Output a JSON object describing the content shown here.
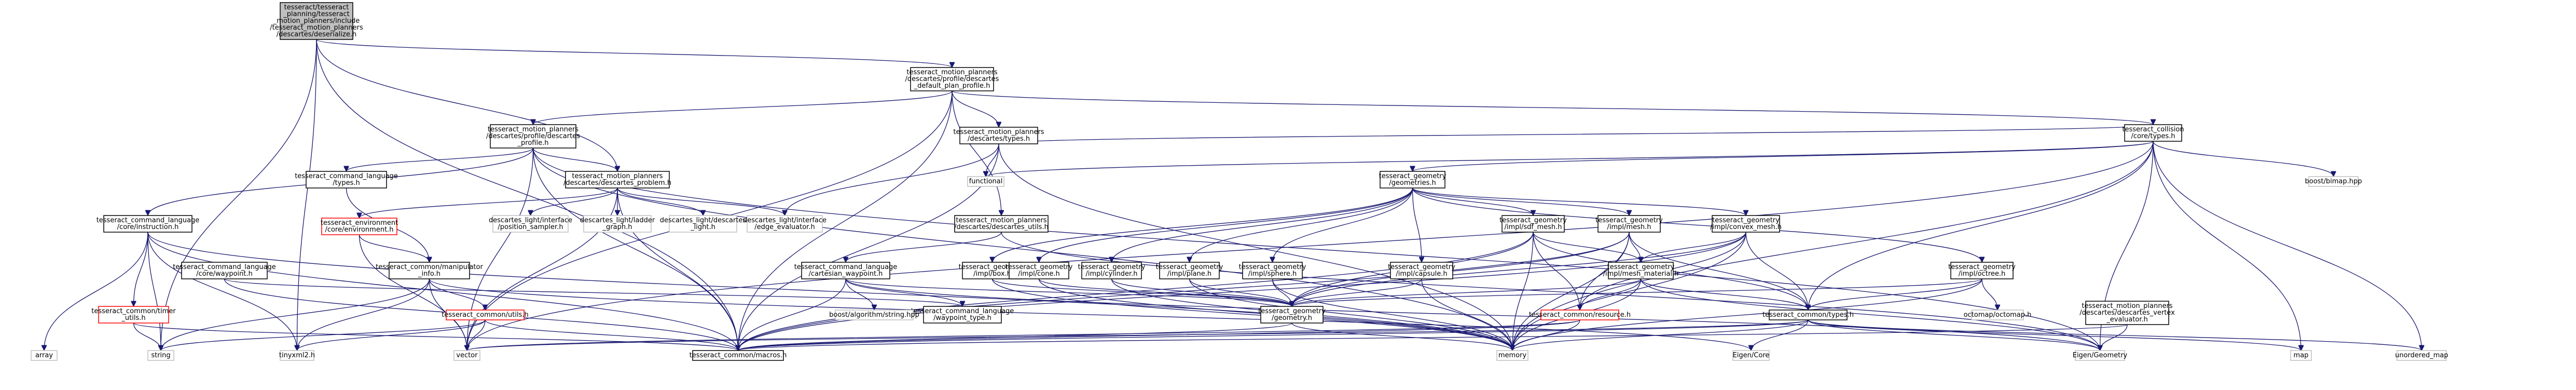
{
  "graph": {
    "title": "",
    "nodes": [
      {
        "id": "root",
        "lines": [
          "tesseract/tesseract",
          "_planning/tesseract",
          "_motion_planners/include",
          "/tesseract_motion_planners",
          "/descartes/deserialize.h"
        ],
        "kind": "root"
      },
      {
        "id": "default_plan_profile",
        "lines": [
          "tesseract_motion_planners",
          "/descartes/profile/descartes",
          "_default_plan_profile.h"
        ],
        "kind": "normal"
      },
      {
        "id": "descartes_profile",
        "lines": [
          "tesseract_motion_planners",
          "/descartes/profile/descartes",
          "_profile.h"
        ],
        "kind": "normal"
      },
      {
        "id": "descartes_types",
        "lines": [
          "tesseract_motion_planners",
          "/descartes/types.h"
        ],
        "kind": "normal"
      },
      {
        "id": "collision_types",
        "lines": [
          "tesseract_collision",
          "/core/types.h"
        ],
        "kind": "normal"
      },
      {
        "id": "command_language_types",
        "lines": [
          "tesseract_command_language",
          "/types.h"
        ],
        "kind": "normal"
      },
      {
        "id": "descartes_problem",
        "lines": [
          "tesseract_motion_planners",
          "/descartes/descartes_problem.h"
        ],
        "kind": "normal"
      },
      {
        "id": "functional",
        "lines": [
          "functional"
        ],
        "kind": "plain"
      },
      {
        "id": "boost_bimap",
        "lines": [
          "boost/bimap.hpp"
        ],
        "kind": "plain"
      },
      {
        "id": "geometries",
        "lines": [
          "tesseract_geometry",
          "/geometries.h"
        ],
        "kind": "normal"
      },
      {
        "id": "instruction",
        "lines": [
          "tesseract_command_language",
          "/core/instruction.h"
        ],
        "kind": "normal"
      },
      {
        "id": "environment",
        "lines": [
          "tesseract_environment",
          "/core/environment.h"
        ],
        "kind": "red"
      },
      {
        "id": "pose_sampler",
        "lines": [
          "descartes_light/interface",
          "/position_sampler.h"
        ],
        "kind": "plain"
      },
      {
        "id": "ladder_graph",
        "lines": [
          "descartes_light/ladder",
          "_graph.h"
        ],
        "kind": "plain"
      },
      {
        "id": "descartes_light",
        "lines": [
          "descartes_light/descartes",
          "_light.h"
        ],
        "kind": "plain"
      },
      {
        "id": "edge_evaluator",
        "lines": [
          "descartes_light/interface",
          "/edge_evaluator.h"
        ],
        "kind": "plain"
      },
      {
        "id": "descartes_utils",
        "lines": [
          "tesseract_motion_planners",
          "/descartes/descartes_utils.h"
        ],
        "kind": "normal"
      },
      {
        "id": "sdf_mesh",
        "lines": [
          "tesseract_geometry",
          "/impl/sdf_mesh.h"
        ],
        "kind": "normal"
      },
      {
        "id": "mesh",
        "lines": [
          "tesseract_geometry",
          "/impl/mesh.h"
        ],
        "kind": "normal"
      },
      {
        "id": "convex_mesh",
        "lines": [
          "tesseract_geometry",
          "/impl/convex_mesh.h"
        ],
        "kind": "normal"
      },
      {
        "id": "command_language_waypoint",
        "lines": [
          "tesseract_command_language",
          "/core/waypoint.h"
        ],
        "kind": "normal"
      },
      {
        "id": "manipulator_info",
        "lines": [
          "tesseract_common/manipulator",
          "_info.h"
        ],
        "kind": "normal"
      },
      {
        "id": "box",
        "lines": [
          "tesseract_geometry",
          "/impl/box.h"
        ],
        "kind": "normal"
      },
      {
        "id": "cone",
        "lines": [
          "tesseract_geometry",
          "/impl/cone.h"
        ],
        "kind": "normal"
      },
      {
        "id": "cylinder",
        "lines": [
          "tesseract_geometry",
          "/impl/cylinder.h"
        ],
        "kind": "normal"
      },
      {
        "id": "plane",
        "lines": [
          "tesseract_geometry",
          "/impl/plane.h"
        ],
        "kind": "normal"
      },
      {
        "id": "sphere",
        "lines": [
          "tesseract_geometry",
          "/impl/sphere.h"
        ],
        "kind": "normal"
      },
      {
        "id": "capsule",
        "lines": [
          "tesseract_geometry",
          "/impl/capsule.h"
        ],
        "kind": "normal"
      },
      {
        "id": "mesh_material",
        "lines": [
          "tesseract_geometry",
          "/impl/mesh_material.h"
        ],
        "kind": "normal"
      },
      {
        "id": "octree",
        "lines": [
          "tesseract_geometry",
          "/impl/octree.h"
        ],
        "kind": "normal"
      },
      {
        "id": "descartes_vertex_evaluator",
        "lines": [
          "tesseract_motion_planners",
          "/descartes/descartes_vertex",
          "_evaluator.h"
        ],
        "kind": "normal"
      },
      {
        "id": "timer_utils",
        "lines": [
          "tesseract_common/timer",
          "_utils.h"
        ],
        "kind": "red"
      },
      {
        "id": "waypoint_type",
        "lines": [
          "tesseract_command_language",
          "/waypoint_type.h"
        ],
        "kind": "normal"
      },
      {
        "id": "cartesian_waypoint",
        "lines": [
          "tesseract_command_language",
          "/cartesian_waypoint.h"
        ],
        "kind": "normal"
      },
      {
        "id": "boost_string",
        "lines": [
          "boost/algorithm/string.hpp"
        ],
        "kind": "plain"
      },
      {
        "id": "common_utils",
        "lines": [
          "tesseract_common/utils.h"
        ],
        "kind": "red"
      },
      {
        "id": "geometry_h",
        "lines": [
          "tesseract_geometry",
          "/geometry.h"
        ],
        "kind": "normal"
      },
      {
        "id": "resource",
        "lines": [
          "tesseract_common/resource.h"
        ],
        "kind": "red"
      },
      {
        "id": "common_types",
        "lines": [
          "tesseract_common/types.h"
        ],
        "kind": "normal"
      },
      {
        "id": "octomap",
        "lines": [
          "octomap/octomap.h"
        ],
        "kind": "plain"
      },
      {
        "id": "array",
        "lines": [
          "array"
        ],
        "kind": "plain"
      },
      {
        "id": "string",
        "lines": [
          "string"
        ],
        "kind": "plain"
      },
      {
        "id": "tinyxml2",
        "lines": [
          "tinyxml2.h"
        ],
        "kind": "plain"
      },
      {
        "id": "vector",
        "lines": [
          "vector"
        ],
        "kind": "plain"
      },
      {
        "id": "macros",
        "lines": [
          "tesseract_common/macros.h"
        ],
        "kind": "normal"
      },
      {
        "id": "memory",
        "lines": [
          "memory"
        ],
        "kind": "plain"
      },
      {
        "id": "eigen_core",
        "lines": [
          "Eigen/Core"
        ],
        "kind": "plain"
      },
      {
        "id": "eigen_geometry",
        "lines": [
          "Eigen/Geometry"
        ],
        "kind": "plain"
      },
      {
        "id": "map",
        "lines": [
          "map"
        ],
        "kind": "plain"
      },
      {
        "id": "unordered_map",
        "lines": [
          "unordered_map"
        ],
        "kind": "plain"
      }
    ],
    "edges": [
      [
        "root",
        "default_plan_profile"
      ],
      [
        "root",
        "descartes_problem"
      ],
      [
        "root",
        "tinyxml2"
      ],
      [
        "root",
        "string"
      ],
      [
        "root",
        "macros"
      ],
      [
        "default_plan_profile",
        "descartes_profile"
      ],
      [
        "default_plan_profile",
        "descartes_types"
      ],
      [
        "default_plan_profile",
        "collision_types"
      ],
      [
        "default_plan_profile",
        "descartes_utils"
      ],
      [
        "default_plan_profile",
        "macros"
      ],
      [
        "default_plan_profile",
        "vector"
      ],
      [
        "descartes_profile",
        "command_language_types"
      ],
      [
        "descartes_profile",
        "instruction"
      ],
      [
        "descartes_profile",
        "descartes_problem"
      ],
      [
        "descartes_profile",
        "macros"
      ],
      [
        "descartes_profile",
        "vector"
      ],
      [
        "descartes_profile",
        "memory"
      ],
      [
        "descartes_profile",
        "eigen_geometry"
      ],
      [
        "descartes_types",
        "functional"
      ],
      [
        "descartes_types",
        "collision_types"
      ],
      [
        "descartes_types",
        "edge_evaluator"
      ],
      [
        "descartes_types",
        "macros"
      ],
      [
        "descartes_types",
        "memory"
      ],
      [
        "collision_types",
        "geometries"
      ],
      [
        "collision_types",
        "common_types"
      ],
      [
        "collision_types",
        "boost_bimap"
      ],
      [
        "collision_types",
        "functional"
      ],
      [
        "collision_types",
        "memory"
      ],
      [
        "collision_types",
        "eigen_geometry"
      ],
      [
        "collision_types",
        "map"
      ],
      [
        "collision_types",
        "unordered_map"
      ],
      [
        "collision_types",
        "vector"
      ],
      [
        "command_language_types",
        "manipulator_info"
      ],
      [
        "descartes_problem",
        "environment"
      ],
      [
        "descartes_problem",
        "pose_sampler"
      ],
      [
        "descartes_problem",
        "ladder_graph"
      ],
      [
        "descartes_problem",
        "descartes_light"
      ],
      [
        "descartes_problem",
        "edge_evaluator"
      ],
      [
        "descartes_problem",
        "macros"
      ],
      [
        "descartes_problem",
        "vector"
      ],
      [
        "geometries",
        "box"
      ],
      [
        "geometries",
        "cone"
      ],
      [
        "geometries",
        "cylinder"
      ],
      [
        "geometries",
        "plane"
      ],
      [
        "geometries",
        "sphere"
      ],
      [
        "geometries",
        "capsule"
      ],
      [
        "geometries",
        "sdf_mesh"
      ],
      [
        "geometries",
        "mesh"
      ],
      [
        "geometries",
        "convex_mesh"
      ],
      [
        "geometries",
        "octree"
      ],
      [
        "instruction",
        "timer_utils"
      ],
      [
        "instruction",
        "string"
      ],
      [
        "instruction",
        "tinyxml2"
      ],
      [
        "instruction",
        "array"
      ],
      [
        "instruction",
        "macros"
      ],
      [
        "instruction",
        "memory"
      ],
      [
        "environment",
        "manipulator_info"
      ],
      [
        "environment",
        "vector"
      ],
      [
        "descartes_utils",
        "cartesian_waypoint"
      ],
      [
        "descartes_utils",
        "eigen_geometry"
      ],
      [
        "sdf_mesh",
        "geometry_h"
      ],
      [
        "sdf_mesh",
        "mesh_material"
      ],
      [
        "sdf_mesh",
        "resource"
      ],
      [
        "sdf_mesh",
        "common_types"
      ],
      [
        "sdf_mesh",
        "memory"
      ],
      [
        "sdf_mesh",
        "macros"
      ],
      [
        "mesh",
        "geometry_h"
      ],
      [
        "mesh",
        "mesh_material"
      ],
      [
        "mesh",
        "resource"
      ],
      [
        "mesh",
        "common_types"
      ],
      [
        "mesh",
        "memory"
      ],
      [
        "mesh",
        "macros"
      ],
      [
        "convex_mesh",
        "geometry_h"
      ],
      [
        "convex_mesh",
        "mesh_material"
      ],
      [
        "convex_mesh",
        "resource"
      ],
      [
        "convex_mesh",
        "common_types"
      ],
      [
        "convex_mesh",
        "memory"
      ],
      [
        "convex_mesh",
        "macros"
      ],
      [
        "command_language_waypoint",
        "waypoint_type"
      ],
      [
        "command_language_waypoint",
        "macros"
      ],
      [
        "manipulator_info",
        "common_utils"
      ],
      [
        "manipulator_info",
        "eigen_core"
      ],
      [
        "manipulator_info",
        "string"
      ],
      [
        "manipulator_info",
        "vector"
      ],
      [
        "manipulator_info",
        "tinyxml2"
      ],
      [
        "box",
        "geometry_h"
      ],
      [
        "cone",
        "geometry_h"
      ],
      [
        "cylinder",
        "geometry_h"
      ],
      [
        "plane",
        "geometry_h"
      ],
      [
        "sphere",
        "geometry_h"
      ],
      [
        "capsule",
        "geometry_h"
      ],
      [
        "box",
        "memory"
      ],
      [
        "cone",
        "memory"
      ],
      [
        "cylinder",
        "memory"
      ],
      [
        "plane",
        "memory"
      ],
      [
        "sphere",
        "memory"
      ],
      [
        "capsule",
        "memory"
      ],
      [
        "mesh_material",
        "geometry_h"
      ],
      [
        "mesh_material",
        "resource"
      ],
      [
        "mesh_material",
        "common_types"
      ],
      [
        "mesh_material",
        "eigen_geometry"
      ],
      [
        "mesh_material",
        "memory"
      ],
      [
        "octree",
        "geometry_h"
      ],
      [
        "octree",
        "octomap"
      ],
      [
        "octree",
        "common_types"
      ],
      [
        "octree",
        "memory"
      ],
      [
        "descartes_vertex_evaluator",
        "eigen_geometry"
      ],
      [
        "descartes_vertex_evaluator",
        "macros"
      ],
      [
        "timer_utils",
        "string"
      ],
      [
        "timer_utils",
        "macros"
      ],
      [
        "cartesian_waypoint",
        "boost_string"
      ],
      [
        "cartesian_waypoint",
        "waypoint_type"
      ],
      [
        "cartesian_waypoint",
        "geometry_h"
      ],
      [
        "cartesian_waypoint",
        "macros"
      ],
      [
        "cartesian_waypoint",
        "eigen_geometry"
      ],
      [
        "common_utils",
        "vector"
      ],
      [
        "common_utils",
        "macros"
      ],
      [
        "common_utils",
        "string"
      ],
      [
        "common_utils",
        "tinyxml2"
      ],
      [
        "geometry_h",
        "macros"
      ],
      [
        "geometry_h",
        "memory"
      ],
      [
        "resource",
        "vector"
      ],
      [
        "resource",
        "memory"
      ],
      [
        "resource",
        "macros"
      ],
      [
        "common_types",
        "macros"
      ],
      [
        "common_types",
        "vector"
      ],
      [
        "common_types",
        "memory"
      ],
      [
        "common_types",
        "map"
      ],
      [
        "common_types",
        "eigen_geometry"
      ],
      [
        "common_types",
        "eigen_core"
      ],
      [
        "common_types",
        "unordered_map"
      ]
    ]
  }
}
